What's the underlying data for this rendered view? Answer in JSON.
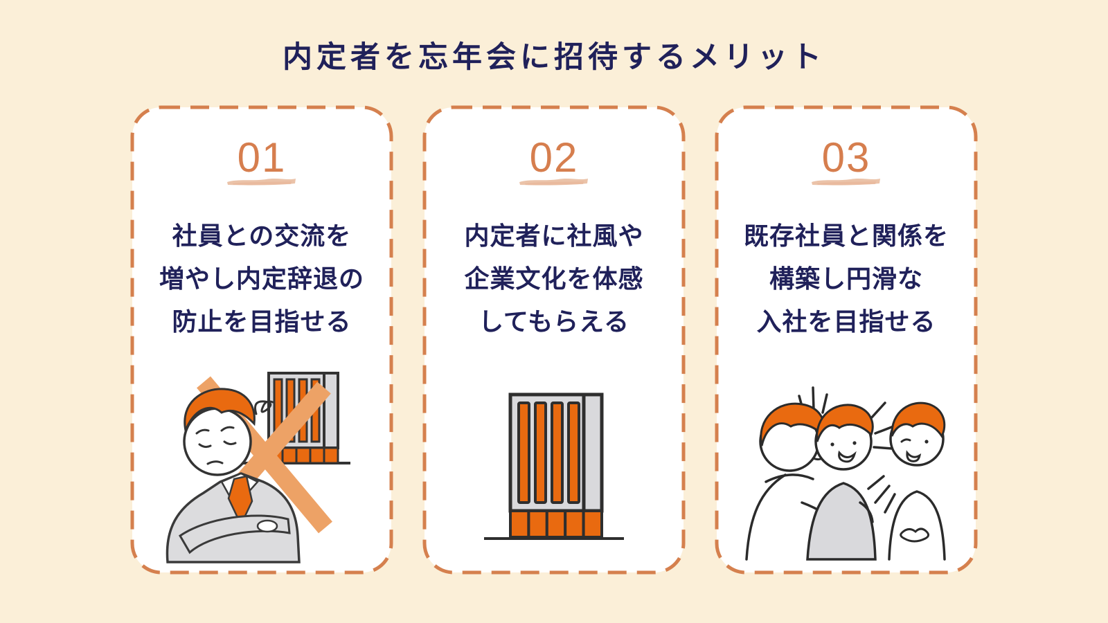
{
  "title": "内定者を忘年会に招待するメリット",
  "colors": {
    "background": "#FBEFD8",
    "card_background": "#FFFFFF",
    "dashed_border_orange": "#D5804E",
    "number_orange": "#D67E4E",
    "brush_underline_peach": "#EBC3A9",
    "text_navy": "#20215A",
    "illustration_orange": "#E96A10",
    "illustration_light_orange_cross": "#EDA266",
    "illustration_gray": "#D9D9DC",
    "illustration_outline": "#333333"
  },
  "cards": [
    {
      "number": "01",
      "lines": [
        "社員との交流を",
        "増やし内定辞退の",
        "防止を目指せる"
      ],
      "illustration": "sad-employee-with-crossed-out-company-building"
    },
    {
      "number": "02",
      "lines": [
        "内定者に社風や",
        "企業文化を体感",
        "してもらえる"
      ],
      "illustration": "office-building"
    },
    {
      "number": "03",
      "lines": [
        "既存社員と関係を",
        "構築し円滑な",
        "入社を目指せる"
      ],
      "illustration": "three-employees-talking"
    }
  ]
}
